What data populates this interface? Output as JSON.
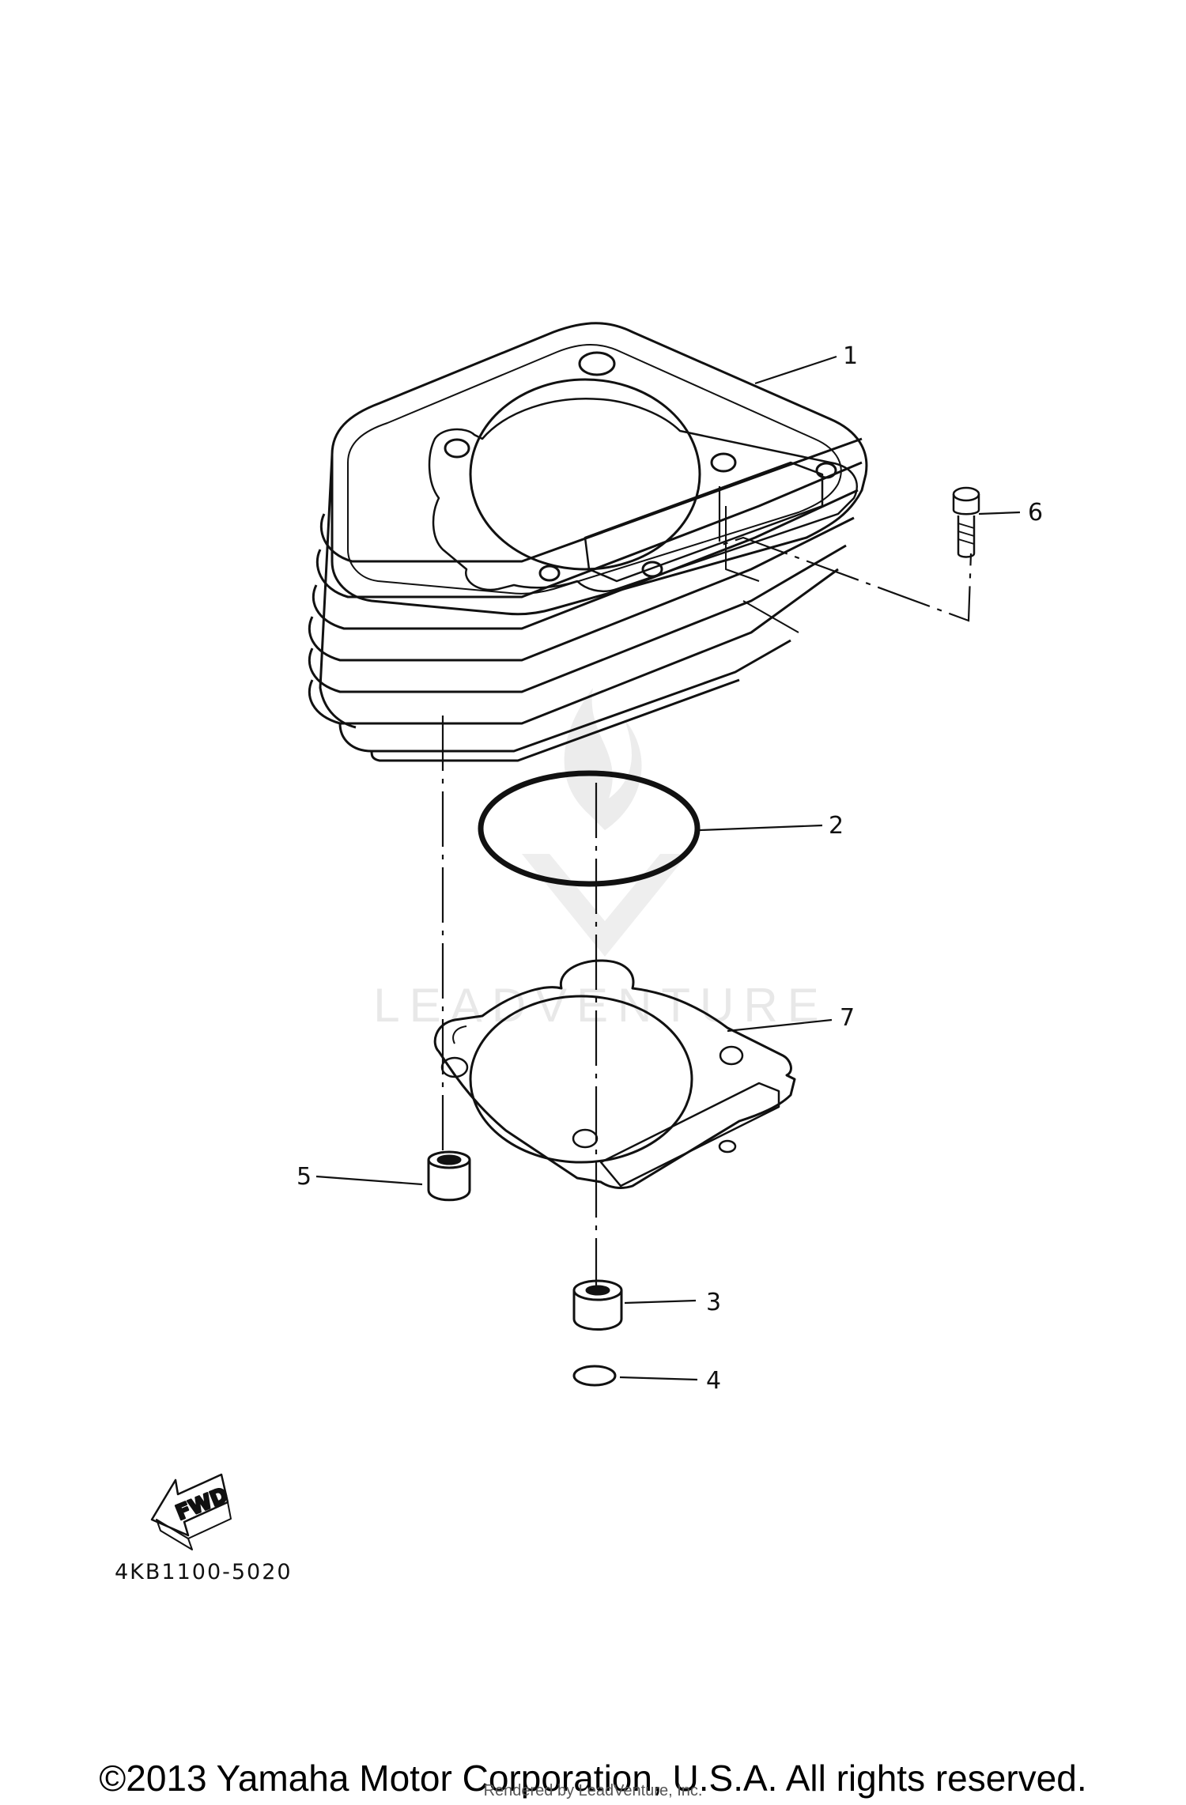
{
  "watermark": {
    "text": "LEADVENTURE"
  },
  "parts": [
    {
      "number": "1",
      "name": "cylinder"
    },
    {
      "number": "2",
      "name": "o-ring"
    },
    {
      "number": "3",
      "name": "dowel-pin"
    },
    {
      "number": "4",
      "name": "o-ring-small"
    },
    {
      "number": "5",
      "name": "dowel-pin"
    },
    {
      "number": "6",
      "name": "bolt"
    },
    {
      "number": "7",
      "name": "cylinder-gasket"
    }
  ],
  "fwd_label": "FWD",
  "diagram_code": "4KB1100-5020",
  "footer": {
    "copyright": "©2013 Yamaha Motor Corporation, U.S.A. All rights reserved.",
    "rendered_by": "Rendered by LeadVenture, Inc."
  }
}
